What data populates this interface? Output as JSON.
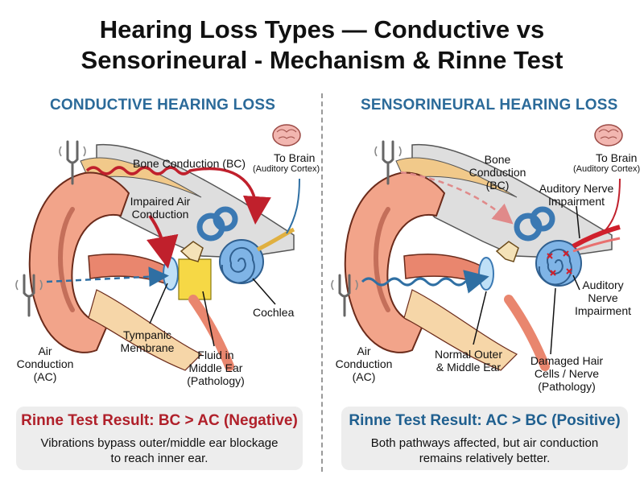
{
  "title": {
    "line1": "Hearing Loss Types — Conductive vs",
    "line2": "Sensorineural - Mechanism & Rinne Test"
  },
  "left": {
    "heading": "CONDUCTIVE HEARING LOSS",
    "labels": {
      "bone_conduction": "Bone Conduction (BC)",
      "to_brain": "To Brain",
      "auditory_cortex": "(Auditory Cortex)",
      "impaired_air_1": "Impaired Air",
      "impaired_air_2": "Conduction",
      "cochlea": "Cochlea",
      "tympanic_1": "Tympanic",
      "tympanic_2": "Membrane",
      "fluid_1": "Fluid in",
      "fluid_2": "Middle Ear",
      "fluid_3": "(Pathology)",
      "air_1": "Air",
      "air_2": "Conduction",
      "air_3": "(AC)"
    },
    "result_title": "Rinne Test Result: BC > AC (Negative)",
    "result_desc_1": "Vibrations bypass outer/middle ear blockage",
    "result_desc_2": "to reach inner ear."
  },
  "right": {
    "heading": "SENSORINEURAL HEARING LOSS",
    "labels": {
      "bone_1": "Bone",
      "bone_2": "Conduction",
      "bone_3": "(BC)",
      "to_brain": "To Brain",
      "auditory_cortex": "(Auditory Cortex)",
      "nerve_top_1": "Auditory Nerve",
      "nerve_top_2": "Impairment",
      "nerve_side_1": "Auditory",
      "nerve_side_2": "Nerve",
      "nerve_side_3": "Impairment",
      "air_1": "Air",
      "air_2": "Conduction",
      "air_3": "(AC)",
      "normal_1": "Normal Outer",
      "normal_2": "& Middle Ear",
      "damaged_1": "Damaged Hair",
      "damaged_2": "Cells / Nerve",
      "damaged_3": "(Pathology)"
    },
    "result_title": "Rinne Test Result: AC > BC (Positive)",
    "result_desc_1": "Both pathways affected, but air conduction",
    "result_desc_2": "remains relatively better."
  },
  "colors": {
    "conductive_accent": "#b0202a",
    "sensorineural_accent": "#1f5f8f",
    "heading_blue": "#2b6a99",
    "ear_skin": "#f2a48a",
    "bone": "#dcdcdc",
    "cochlea_blue": "#7fb4e6",
    "fluid_yellow": "#f6d845"
  }
}
